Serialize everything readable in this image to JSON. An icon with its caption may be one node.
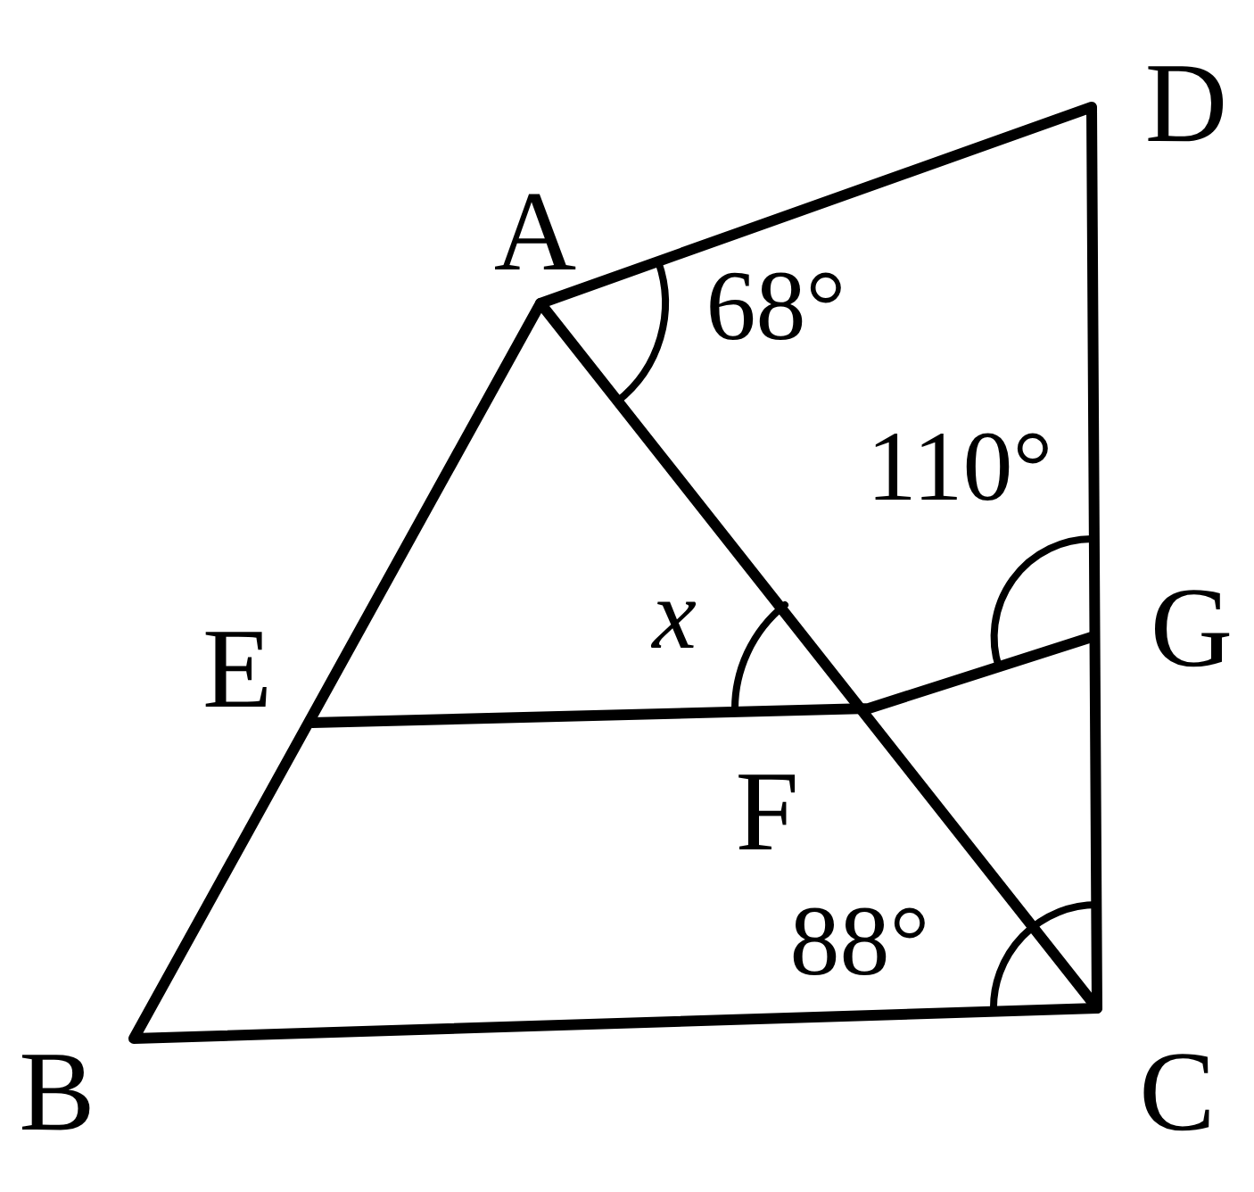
{
  "diagram": {
    "labels": [
      "A",
      "D",
      "68°",
      "110°",
      "E",
      "x",
      "G",
      "F",
      "88°",
      "B",
      "C"
    ]
  }
}
